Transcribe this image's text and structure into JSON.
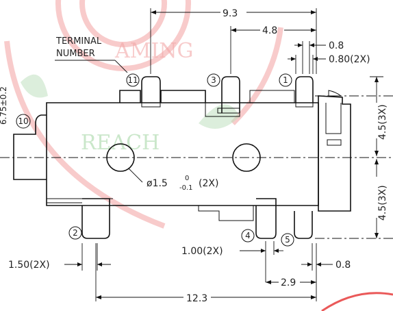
{
  "watermark": {
    "line1": "AMING",
    "line2": "REACH"
  },
  "labels": {
    "terminal_line1": "TERMINAL",
    "terminal_line2": "NUMBER",
    "hole_prefix": "ø1.5",
    "hole_tol_upper": "0",
    "hole_tol_lower": "-0.1",
    "hole_qty": "(2X)"
  },
  "dimensions": {
    "d_9_3": "9.3",
    "d_4_8": "4.8",
    "d_0_8_top": "0.8",
    "d_0_80_2x": "0.80(2X)",
    "d_4_5_upper": "4.5(3X)",
    "d_4_5_lower": "4.5(3X)",
    "d_1_50_2x": "1.50(2X)",
    "d_1_00_2x": "1.00(2X)",
    "d_0_8_bottom": "0.8",
    "d_2_9": "2.9",
    "d_12_3": "12.3",
    "d_edge_cut": "6.75±0.2"
  },
  "terminals": {
    "t1": "1",
    "t2": "2",
    "t3": "3",
    "t4": "4",
    "t5": "5",
    "t10": "10",
    "t11": "11"
  },
  "colors": {
    "line": "#111111",
    "watermark_red": "#f2a0a0",
    "watermark_green": "#bfe0bf"
  }
}
